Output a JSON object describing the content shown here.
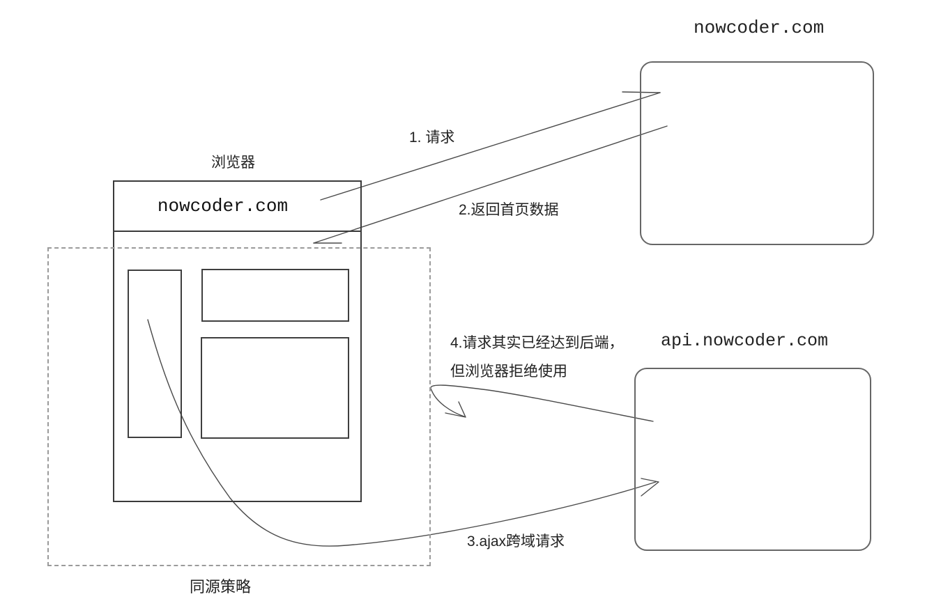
{
  "browser": {
    "title": "浏览器",
    "url": "nowcoder.com"
  },
  "servers": {
    "main": {
      "label": "nowcoder.com"
    },
    "api": {
      "label": "api.nowcoder.com"
    }
  },
  "arrows": {
    "step1": "1. 请求",
    "step2": "2.返回首页数据",
    "step3": "3.ajax跨域请求",
    "step4_line1": "4.请求其实已经达到后端，",
    "step4_line2": "但浏览器拒绝使用"
  },
  "region": {
    "label": "同源策略"
  },
  "colors": {
    "line": "#4a4a4a",
    "box_border": "#3a3a3a",
    "server_border": "#666666",
    "dashed_border": "#9a9a9a",
    "text": "#222222"
  }
}
